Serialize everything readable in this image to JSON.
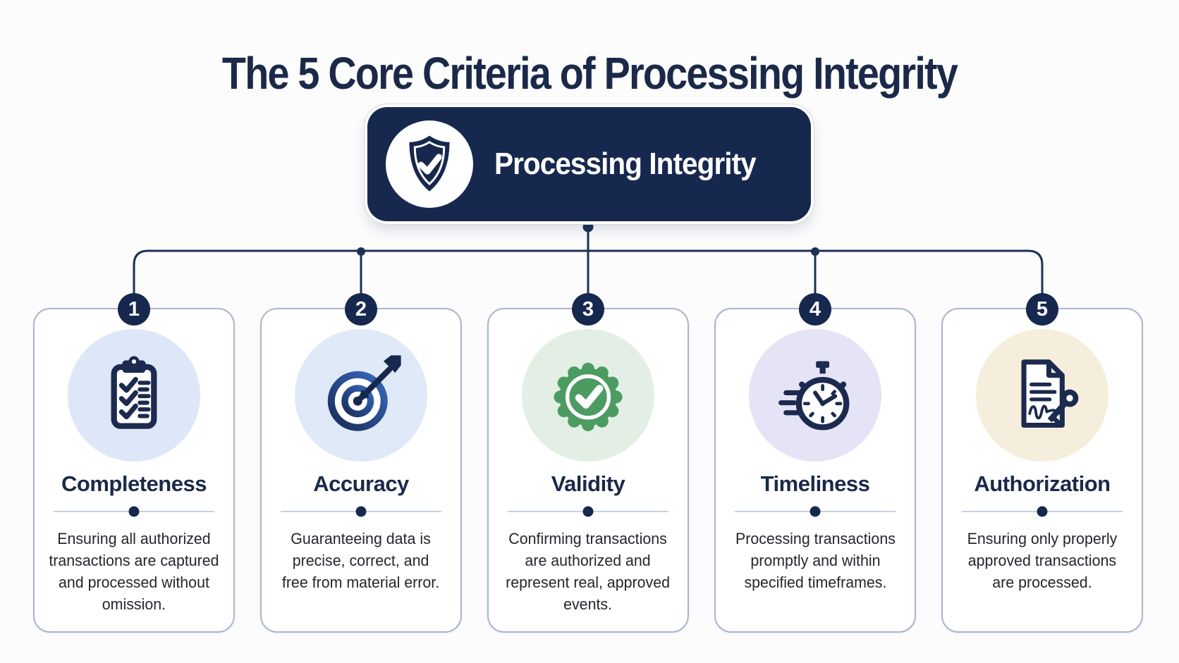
{
  "page_title": "The 5 Core Criteria of Processing Integrity",
  "banner": {
    "label": "Processing Integrity",
    "icon": "shield-check-icon",
    "bg_color": "#16284e"
  },
  "colors": {
    "navy": "#16284e",
    "connector_line": "#1d3156",
    "title_text": "#1b2949",
    "card_border": "#a9b6ce",
    "divider_line": "#c7d0e0",
    "description_text": "#26262d",
    "validity_green": "#4c9c62",
    "accuracy_blue": "#3a6cc6"
  },
  "cards": [
    {
      "number": "1",
      "title": "Completeness",
      "icon": "clipboard-checklist-icon",
      "icon_bg": "#dde7f7",
      "description": "Ensuring all authorized transactions are captured and processed without omission.",
      "description_lines": [
        "Ensuring all authorized",
        "transactions are captured",
        "and processed without",
        "omission."
      ]
    },
    {
      "number": "2",
      "title": "Accuracy",
      "icon": "target-arrow-icon",
      "icon_bg": "#dfe9f8",
      "description": "Guaranteeing data is precise, correct, and free from material error.",
      "description_lines": [
        "Guaranteeing data is",
        "precise, correct, and",
        "free from material error."
      ]
    },
    {
      "number": "3",
      "title": "Validity",
      "icon": "verified-badge-icon",
      "icon_bg": "#e3efe4",
      "description": "Confirming transactions are authorized and represent real, approved events.",
      "description_lines": [
        "Confirming transactions",
        "are authorized and",
        "represent real, approved",
        "events."
      ]
    },
    {
      "number": "4",
      "title": "Timeliness",
      "icon": "stopwatch-icon",
      "icon_bg": "#e5e3f6",
      "description": "Processing transactions promptly and within specified timeframes.",
      "description_lines": [
        "Processing transactions",
        "promptly and within",
        "specified timeframes."
      ]
    },
    {
      "number": "5",
      "title": "Authorization",
      "icon": "document-key-icon",
      "icon_bg": "#f5eedd",
      "description": "Ensuring only properly approved transactions are processed.",
      "description_lines": [
        "Ensuring only properly",
        "approved transactions",
        "are processed."
      ]
    }
  ]
}
